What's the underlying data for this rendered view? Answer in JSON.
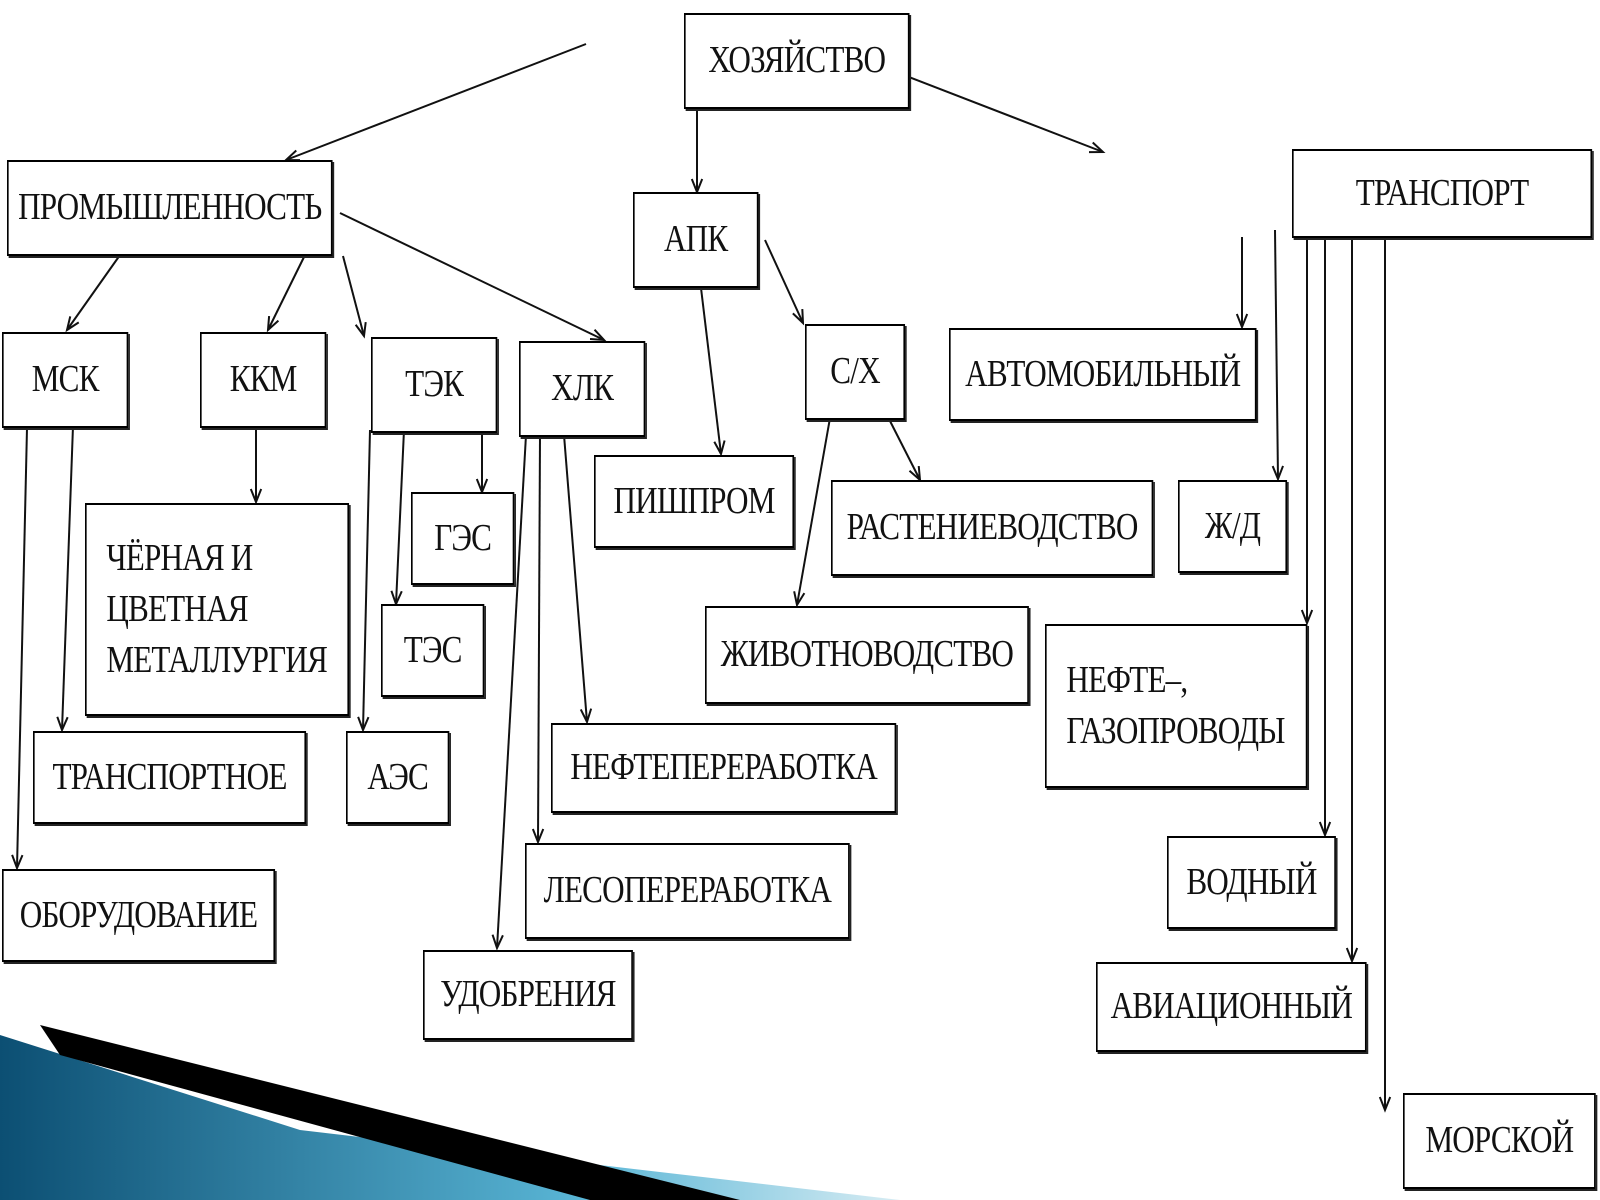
{
  "diagram": {
    "nodes": {
      "khozyaistvo": "ХОЗЯЙСТВО",
      "promyshlennost": "ПРОМЫШЛЕННОСТЬ",
      "apk": "АПК",
      "transport": "ТРАНСПОРТ",
      "msk": "МСК",
      "kkm": "ККМ",
      "tek": "ТЭК",
      "hlk": "ХЛК",
      "sx": "С/Х",
      "avtomobilny": "АВТОМОБИЛЬНЫЙ",
      "metallurgiya": "ЧЁРНАЯ И\nЦВЕТНАЯ\nМЕТАЛЛУРГИЯ",
      "ges": "ГЭС",
      "tes": "ТЭС",
      "aes": "АЭС",
      "transportnoe": "ТРАНСПОРТНОЕ",
      "oborudovanie": "ОБОРУДОВАНИЕ",
      "pishprom": "ПИШПРОМ",
      "rastenievodstvo": "РАСТЕНИЕВОДСТВО",
      "zhd": "Ж/Д",
      "zhivotnovodstvo": "ЖИВОТНОВОДСТВО",
      "neftegaz": "НЕФТЕ–,\nГАЗОПРОВОДЫ",
      "neftepererabotka": "НЕФТЕПЕРЕРАБОТКА",
      "lesopererabotka": "ЛЕСОПЕРЕРАБОТКА",
      "udobreniya": "УДОБРЕНИЯ",
      "vodny": "ВОДНЫЙ",
      "aviatsionny": "АВИАЦИОННЫЙ",
      "morskoy": "МОРСКОЙ"
    }
  },
  "colors": {
    "line": "#111111",
    "deco_dark": "#0c4f73",
    "deco_light": "#5ab6d6"
  }
}
